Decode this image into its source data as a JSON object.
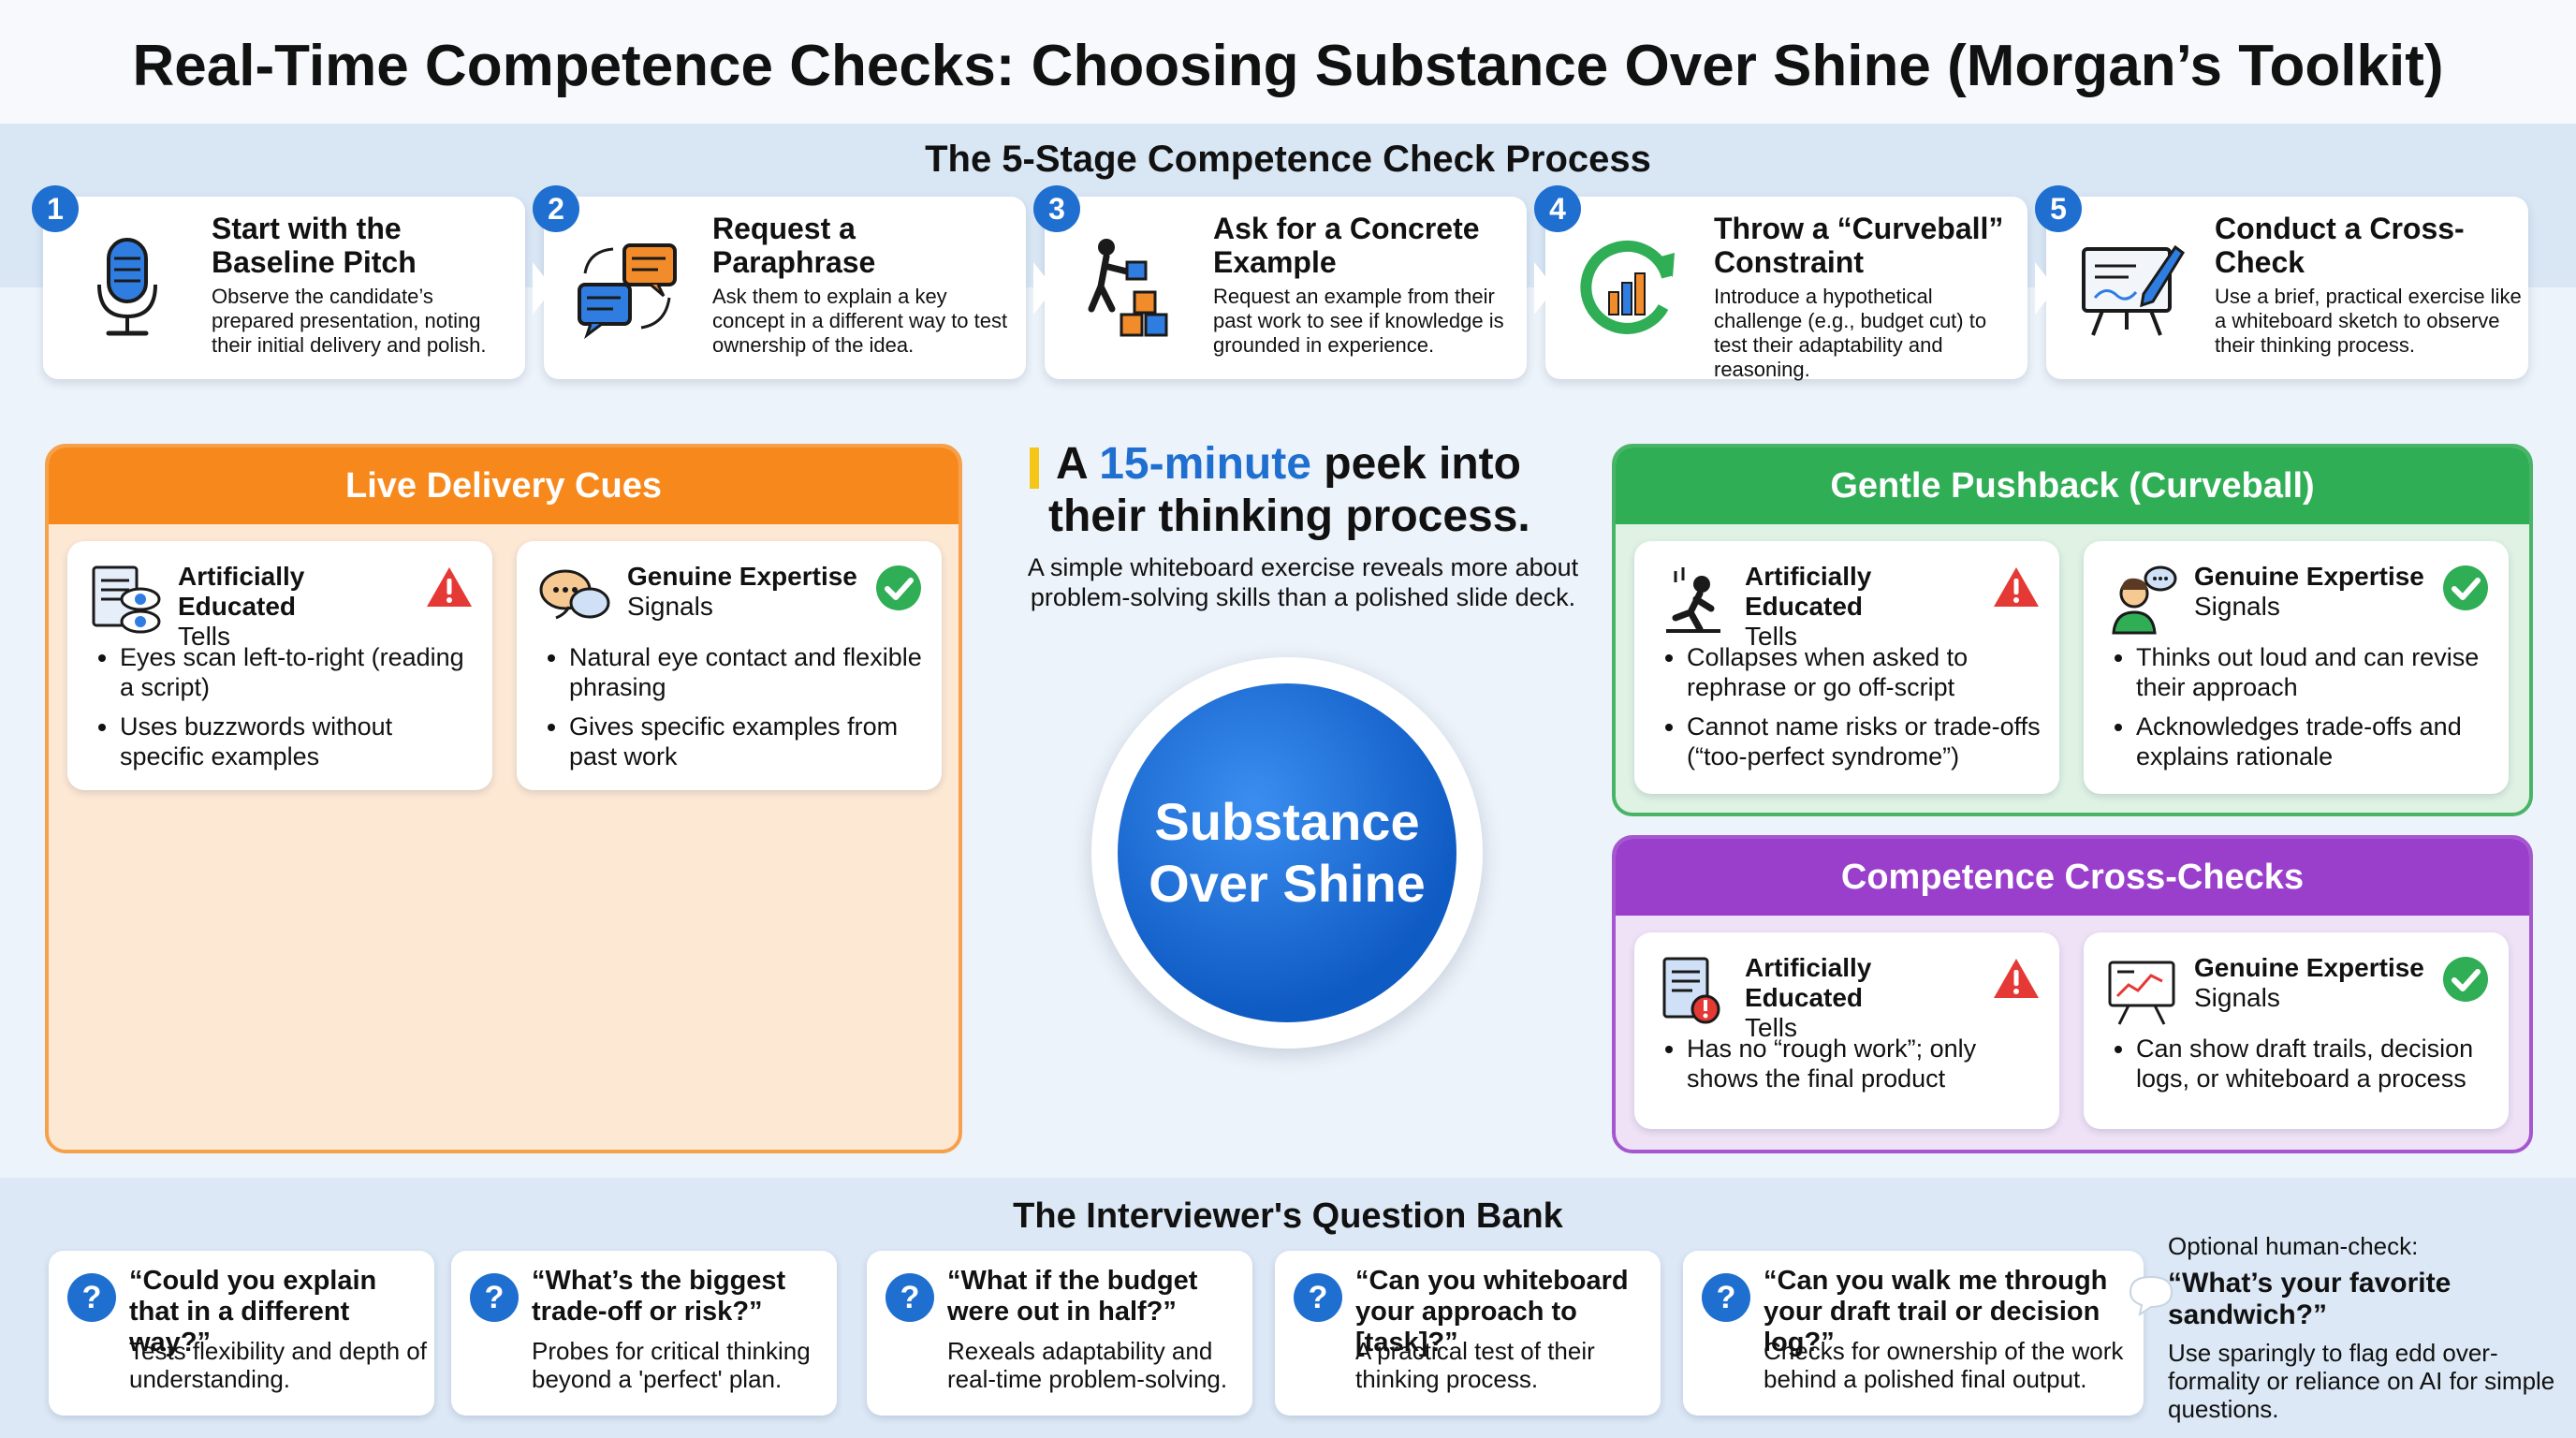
{
  "title": "Real-Time Competence Checks: Choosing Substance Over Shine (Morgan’s Toolkit)",
  "process": {
    "title": "The 5-Stage Competence Check Process",
    "stages": [
      {
        "num": "1",
        "title": "Start with the Baseline Pitch",
        "desc": "Observe the candidate’s prepared presentation, noting their initial delivery and polish.",
        "icon": "microphone-icon"
      },
      {
        "num": "2",
        "title": "Request a Paraphrase",
        "desc": "Ask them to explain a key concept in a different way to test ownership of the idea.",
        "icon": "chat-bubbles-icon"
      },
      {
        "num": "3",
        "title": "Ask for a Concrete Example",
        "desc": "Request an example from their past work to see if knowledge is grounded in experience.",
        "icon": "building-blocks-icon"
      },
      {
        "num": "4",
        "title": "Throw a “Curveball” Constraint",
        "desc": "Introduce a hypothetical challenge (e.g., budget cut) to test their adaptability and reasoning.",
        "icon": "cycle-chart-icon"
      },
      {
        "num": "5",
        "title": "Conduct a Cross-Check",
        "desc": "Use a brief, practical exercise like a whiteboard sketch to observe their thinking process.",
        "icon": "whiteboard-icon"
      }
    ]
  },
  "live_cues": {
    "title": "Live Delivery Cues",
    "fake": {
      "title_bold": "Artificially Educated",
      "title_rest": "Tells",
      "bullets": [
        "Eyes scan left-to-right (reading a script)",
        "Uses buzzwords without specific examples"
      ]
    },
    "real": {
      "title_bold": "Genuine Expertise",
      "title_rest": "Signals",
      "bullets": [
        "Natural eye contact and flexible phrasing",
        "Gives specific examples from past work"
      ]
    }
  },
  "center": {
    "headline_pre": "A ",
    "headline_highlight": "15-minute",
    "headline_post": " peek into",
    "headline_line2": "their thinking process.",
    "sub": "A simple whiteboard exercise reveals more about problem-solving skills than a polished slide deck.",
    "circle_line1": "Substance",
    "circle_line2": "Over Shine"
  },
  "pushback": {
    "title": "Gentle Pushback (Curveball)",
    "fake": {
      "title_bold": "Artificially Educated",
      "title_rest": "Tells",
      "bullets": [
        "Collapses when asked to rephrase or go off-script",
        "Cannot name risks or trade-offs (“too-perfect syndrome”)"
      ]
    },
    "real": {
      "title_bold": "Genuine Expertise",
      "title_rest": "Signals",
      "bullets": [
        "Thinks out loud and can revise their approach",
        "Acknowledges trade-offs and explains rationale"
      ]
    }
  },
  "cross_checks": {
    "title": "Competence Cross-Checks",
    "fake": {
      "title_bold": "Artificially Educated",
      "title_rest": "Tells",
      "bullets": [
        "Has no “rough work”; only shows the final product"
      ]
    },
    "real": {
      "title_bold": "Genuine Expertise",
      "title_rest": "Signals",
      "bullets": [
        "Can show draft trails, decision logs, or whiteboard a process"
      ]
    }
  },
  "question_bank": {
    "title": "The Interviewer's Question Bank",
    "questions": [
      {
        "q": "“Could you explain that in a different way?”",
        "d": "Tests flexibility and depth of understanding."
      },
      {
        "q": "“What’s the biggest trade-off or risk?”",
        "d": "Probes for critical thinking beyond a 'perfect' plan."
      },
      {
        "q": "“What if the budget were out in half?”",
        "d": "Rexeals adaptability and real-time problem-solving."
      },
      {
        "q": "“Can you whiteboard your approach to [task]?”",
        "d": "A practical test of their thinking process."
      },
      {
        "q": "“Can you walk me through your draft trail or decision log?”",
        "d": "Checks for ownership of the work behind a polished final output."
      }
    ],
    "optional": {
      "label": "Optional human-check:",
      "question": "“What’s your favorite sandwich?”",
      "desc": "Use sparingly to flag edd over-formality or reliance on AI for simple questions."
    }
  },
  "colors": {
    "blue": "#1f6fd1",
    "orange": "#f7891c",
    "green": "#2fae55",
    "purple": "#9a3fcb",
    "warning": "#e53935",
    "check": "#2fae55"
  }
}
